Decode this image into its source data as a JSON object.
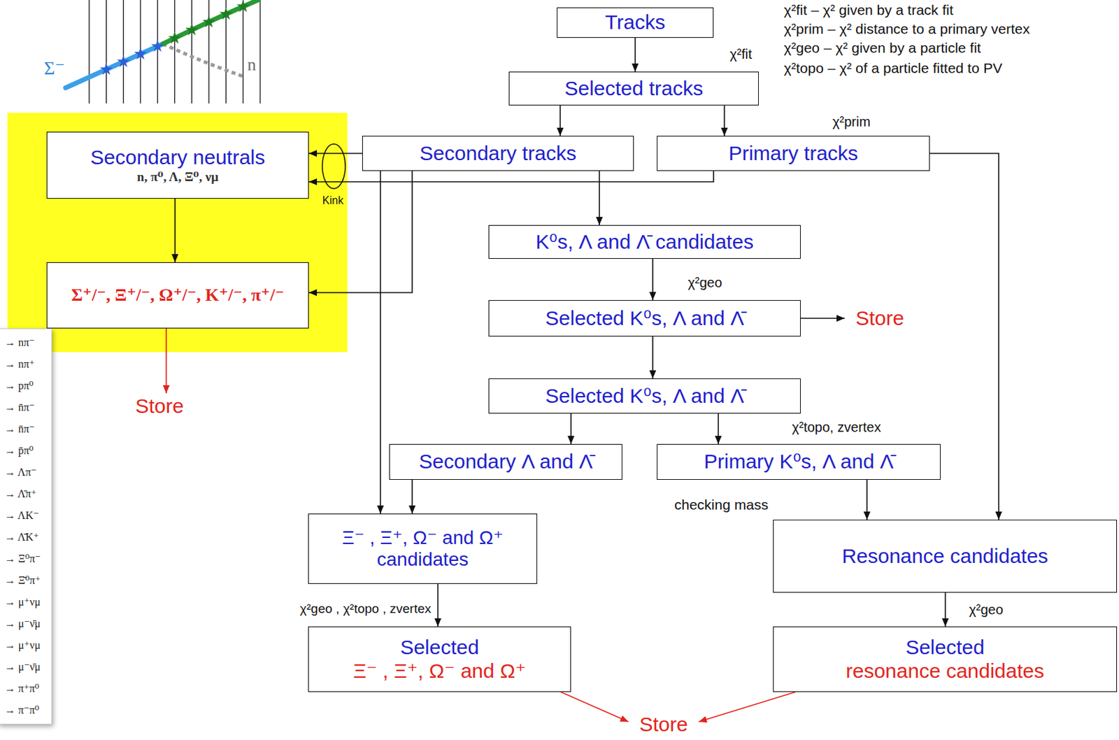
{
  "diagram": {
    "nodes": [
      {
        "text": [
          "Tracks"
        ]
      },
      {
        "text": [
          "Selected tracks"
        ]
      },
      {
        "text": [
          "Kink"
        ]
      },
      {
        "text": [
          "Secondary neutrals",
          "n, π⁰, Λ, Ξ⁰, νμ"
        ],
        "in": 2
      },
      {
        "text": [
          "Secondary tracks"
        ]
      },
      {
        "text": [
          "Primary tracks"
        ]
      },
      {
        "text": [
          "K⁰s, Λ and Λ̄ candidates"
        ]
      },
      {
        "text": [
          "Σ⁺/⁻, Ξ⁺/⁻, Ω⁺/⁻, K⁺/⁻, π⁺/⁻"
        ],
        "in": 2
      },
      {
        "text": [
          "Selected K⁰s, Λ and Λ̄"
        ]
      },
      {
        "text": [
          "Store"
        ]
      },
      {
        "text": [
          "→ nπ⁻",
          "→ nπ⁺",
          "→ pπ⁰",
          "→ n̄π⁻",
          "→ n̄π⁻",
          "→ p̄π⁰",
          "→ Λπ⁻",
          "→ Λ̄π⁺",
          "→ ΛK⁻",
          "→ Λ̄K⁺",
          "→ Ξ⁰π⁻",
          "→ Ξ̄⁰π⁺",
          "→ μ⁺νμ",
          "→ μ⁻ν̄μ",
          "→ μ⁺νμ",
          "→ μ⁻ν̄μ",
          "→ π⁺π⁰",
          "→ π⁻π⁰"
        ]
      },
      {
        "text": [
          "Store"
        ]
      },
      {
        "text": [
          "Selected K⁰s, Λ and Λ̄"
        ]
      },
      {
        "text": [
          "Secondary Λ and Λ̄"
        ]
      },
      {
        "text": [
          "Primary K⁰s, Λ and Λ̄"
        ]
      },
      {
        "text": [
          "Ξ⁻ , Ξ⁺, Ω⁻ and Ω⁺ candidates"
        ]
      },
      {
        "text": [
          "Resonance candidates"
        ]
      },
      {
        "text": [
          "Selected",
          "Ξ⁻ , Ξ⁺, Ω⁻ and Ω⁺"
        ]
      },
      {
        "text": [
          "Selected",
          "resonance candidates"
        ]
      },
      {
        "text": [
          "Store"
        ]
      }
    ],
    "edges": [
      {
        "from": 0,
        "to": 1,
        "arrow": "to"
      },
      {
        "from": 1,
        "to": 4,
        "arrow": "to"
      },
      {
        "from": 1,
        "to": 5,
        "arrow": "to"
      },
      {
        "from": 4,
        "to": 3,
        "arrow": "to"
      },
      {
        "from": 5,
        "to": 3,
        "arrow": "to"
      },
      {
        "from": 3,
        "to": 7,
        "arrow": "to"
      },
      {
        "from": 4,
        "to": 7,
        "arrow": "to"
      },
      {
        "from": 7,
        "to": 11,
        "arrow": "to"
      },
      {
        "from": 4,
        "to": 6,
        "arrow": "to"
      },
      {
        "from": 6,
        "to": 8,
        "arrow": "to"
      },
      {
        "from": 8,
        "to": 9,
        "arrow": "to"
      },
      {
        "from": 8,
        "to": 12,
        "arrow": "to"
      },
      {
        "from": 12,
        "to": 13,
        "arrow": "to"
      },
      {
        "from": 12,
        "to": 14,
        "arrow": "to"
      },
      {
        "from": 4,
        "to": 15,
        "arrow": "to"
      },
      {
        "from": 13,
        "to": 15,
        "arrow": "to"
      },
      {
        "from": 15,
        "to": 17,
        "arrow": "to"
      },
      {
        "from": 14,
        "to": 16,
        "arrow": "to"
      },
      {
        "from": 5,
        "to": 16,
        "arrow": "to"
      },
      {
        "from": 16,
        "to": 18,
        "arrow": "to"
      },
      {
        "from": 17,
        "to": 19,
        "arrow": "to"
      },
      {
        "from": 18,
        "to": 19,
        "arrow": "to"
      }
    ],
    "labels": [
      "Σ⁻",
      "n",
      "χ²fit – χ² given by a track fit",
      "χ²prim – χ² distance to a primary vertex",
      "χ²geo  – χ² given by a particle fit",
      "χ²topo – χ² of a particle fitted to PV",
      "χ²fit",
      "χ²prim",
      "χ²geo",
      "χ²topo, zvertex",
      "checking mass",
      "χ²geo , χ²topo , zvertex",
      "χ²geo"
    ]
  }
}
